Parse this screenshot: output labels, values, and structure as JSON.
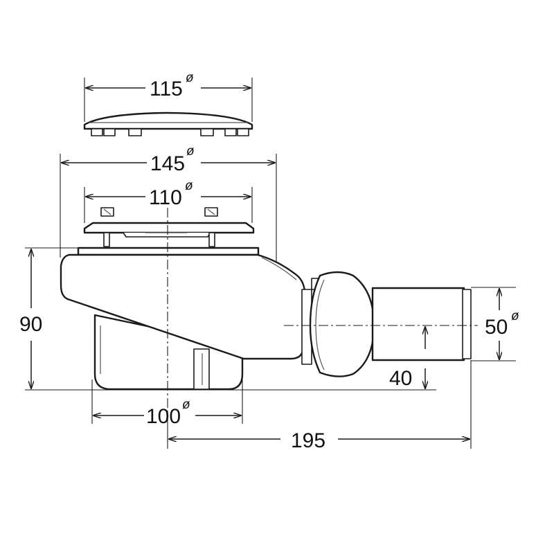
{
  "dimensions": {
    "cover_diameter": {
      "value": "115",
      "symbol": "ø"
    },
    "flange_diameter": {
      "value": "145",
      "symbol": "ø"
    },
    "grate_diameter": {
      "value": "110",
      "symbol": "ø"
    },
    "height": {
      "value": "90"
    },
    "outlet_diameter": {
      "value": "50",
      "symbol": "ø"
    },
    "outlet_height": {
      "value": "40"
    },
    "body_diameter": {
      "value": "100",
      "symbol": "ø"
    },
    "length": {
      "value": "195"
    }
  }
}
